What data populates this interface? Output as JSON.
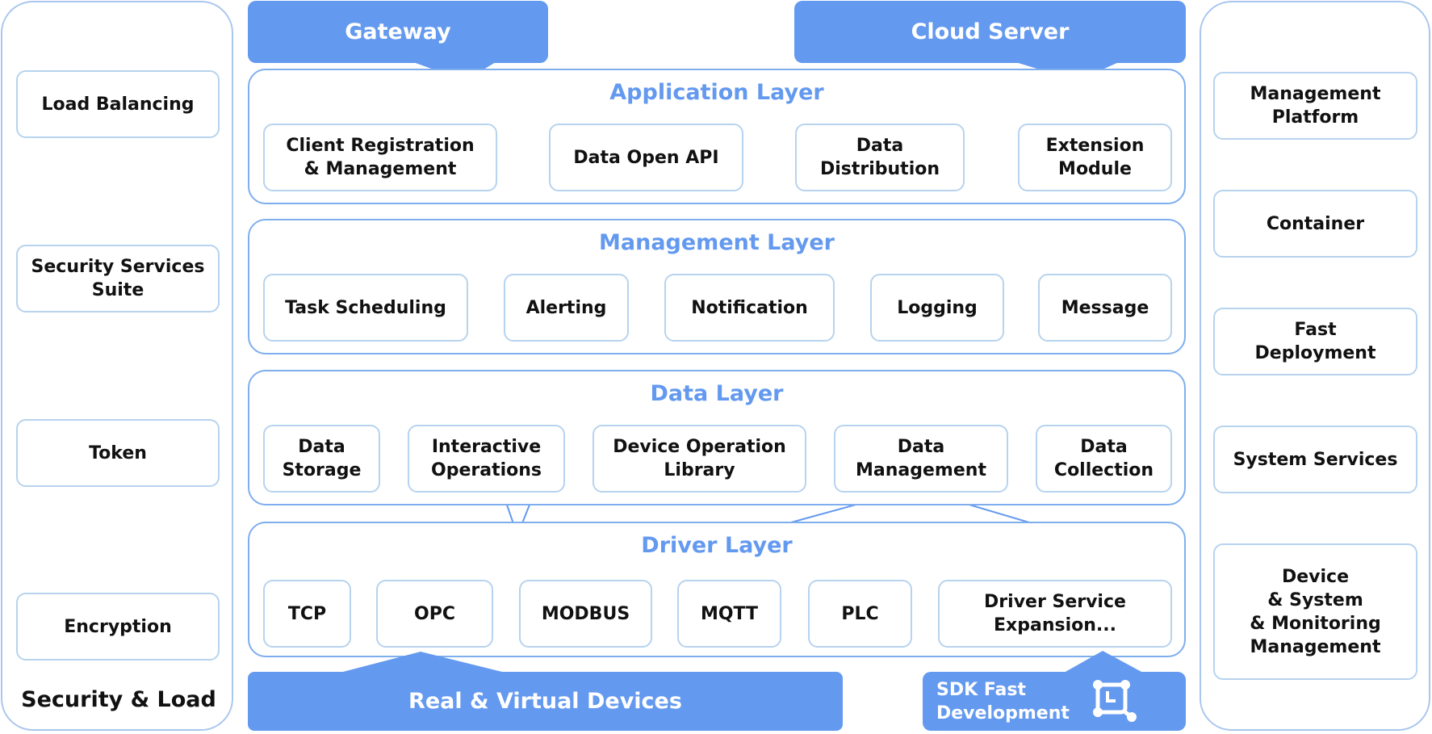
{
  "left_panel": {
    "items": [
      "Load Balancing",
      "Security Services\nSuite",
      "Token",
      "Encryption"
    ],
    "caption": "Security & Load"
  },
  "top": {
    "gateway": "Gateway",
    "cloud_server": "Cloud Server"
  },
  "application_layer": {
    "title": "Application Layer",
    "items": [
      "Client Registration\n& Management",
      "Data Open API",
      "Data\nDistribution",
      "Extension\nModule"
    ]
  },
  "management_layer": {
    "title": "Management Layer",
    "items": [
      "Task Scheduling",
      "Alerting",
      "Notification",
      "Logging",
      "Message"
    ]
  },
  "data_layer": {
    "title": "Data Layer",
    "items": [
      "Data\nStorage",
      "Interactive\nOperations",
      "Device Operation\nLibrary",
      "Data\nManagement",
      "Data\nCollection"
    ]
  },
  "driver_layer": {
    "title": "Driver Layer",
    "items": [
      "TCP",
      "OPC",
      "MODBUS",
      "MQTT",
      "PLC",
      "Driver Service\nExpansion..."
    ]
  },
  "bottom": {
    "devices": "Real & Virtual Devices",
    "sdk": "SDK Fast\nDevelopment"
  },
  "right_panel": {
    "items": [
      "Management\nPlatform",
      "Container",
      "Fast\nDeployment",
      "System Services",
      "Device\n& System\n& Monitoring\nManagement"
    ]
  },
  "colors": {
    "accent": "#6399ef",
    "layer_border": "#7faeee",
    "box_border": "#b7d3ee"
  },
  "icons": {
    "sdk": "flowchart-node-icon"
  }
}
